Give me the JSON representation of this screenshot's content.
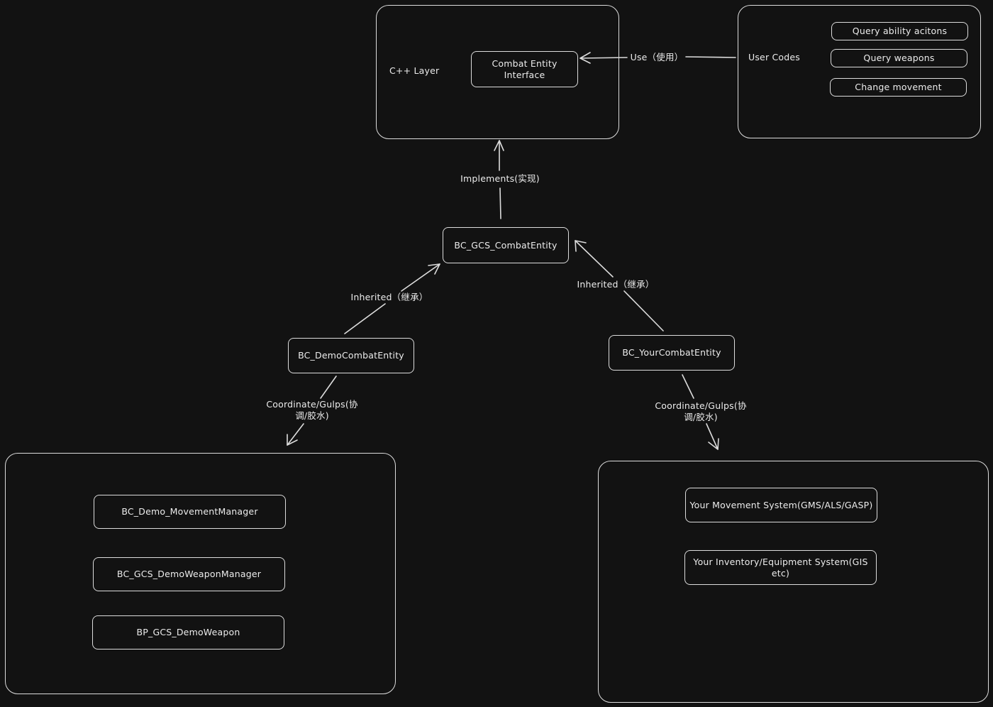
{
  "cpp_layer": {
    "label": "C++ Layer",
    "interface_node": "Combat Entity\nInterface"
  },
  "user_codes": {
    "label": "User Codes",
    "items": [
      "Query ability acitons",
      "Query weapons",
      "Change movement"
    ]
  },
  "nodes": {
    "combat_entity": "BC_GCS_CombatEntity",
    "demo_entity": "BC_DemoCombatEntity",
    "your_entity": "BC_YourCombatEntity"
  },
  "edges": {
    "use": "Use（使用）",
    "implements": "Implements(实现)",
    "inherited_left": "Inherited（继承）",
    "inherited_right": "Inherited（继承）",
    "coordinate_left": "Coordinate/Gulps(协调/胶水)",
    "coordinate_right": "Coordinate/Gulps(协调/胶水)"
  },
  "demo_group": {
    "items": [
      "BC_Demo_MovementManager",
      "BC_GCS_DemoWeaponManager",
      "BP_GCS_DemoWeapon"
    ]
  },
  "your_group": {
    "items": [
      "Your Movement System(GMS/ALS/GASP)",
      "Your Inventory/Equipment System(GIS etc)"
    ]
  },
  "colors": {
    "background": "#121212",
    "stroke": "#dcdcdc",
    "text": "#ececec"
  }
}
